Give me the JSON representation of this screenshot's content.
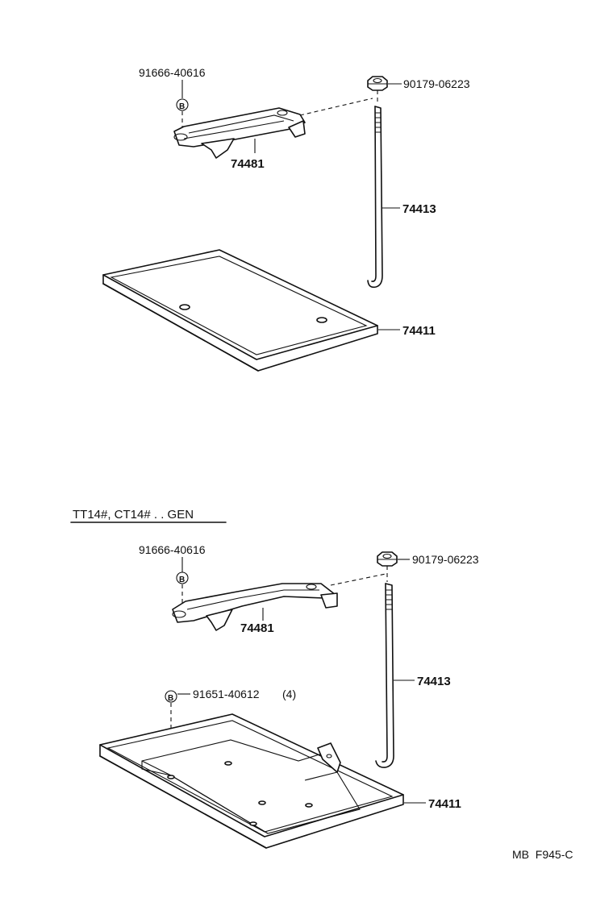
{
  "diagram": {
    "upper": {
      "bolt_part": "91666-40616",
      "nut_part": "90179-06223",
      "clamp_part": "74481",
      "rod_part": "74413",
      "tray_part": "74411",
      "b_mark": "B"
    },
    "lower": {
      "heading": "TT14#, CT14# . . GEN",
      "bolt_part": "91666-40616",
      "nut_part": "90179-06223",
      "clamp_part": "74481",
      "rod_part": "74413",
      "tray_bolt_part": "91651-40612",
      "tray_bolt_qty": "(4)",
      "tray_part": "74411",
      "b_mark": "B"
    },
    "ref_code": "MB  F945-C"
  }
}
